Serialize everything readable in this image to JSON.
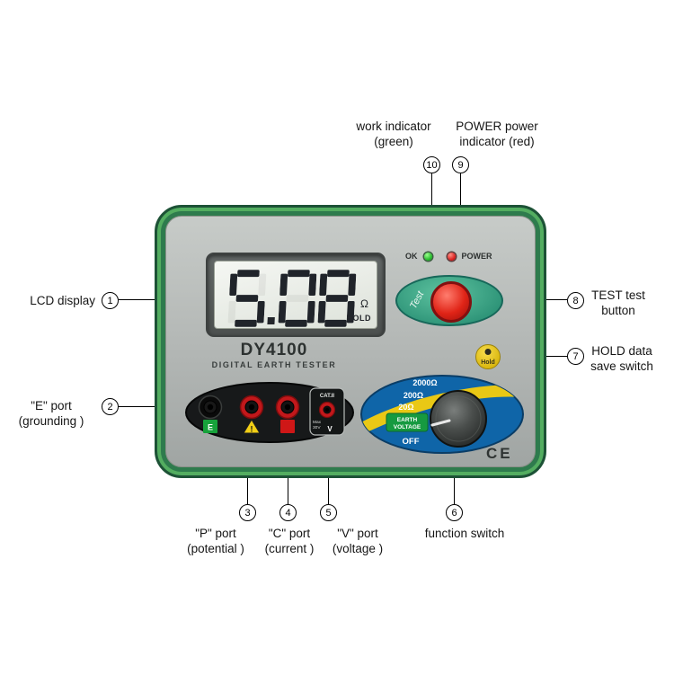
{
  "callouts": {
    "lcd": {
      "num": "1",
      "label": "LCD display"
    },
    "eport": {
      "num": "2",
      "line1": "\"E\" port",
      "line2": "(grounding )"
    },
    "pport": {
      "num": "3",
      "line1": "\"P\" port",
      "line2": "(potential )"
    },
    "cport": {
      "num": "4",
      "line1": "\"C\" port",
      "line2": "(current )"
    },
    "vport": {
      "num": "5",
      "line1": "\"V\" port",
      "line2": "(voltage )"
    },
    "func": {
      "num": "6",
      "label": "function switch"
    },
    "hold": {
      "num": "7",
      "line1": "HOLD data",
      "line2": "save switch"
    },
    "test": {
      "num": "8",
      "line1": "TEST test",
      "line2": "button"
    },
    "power": {
      "num": "9",
      "line1": "POWER power",
      "line2": "indicator (red)"
    },
    "work": {
      "num": "10",
      "line1": "work indicator",
      "line2": "(green)"
    }
  },
  "device": {
    "model": "DY4100",
    "subtitle": "DIGITAL EARTH TESTER",
    "lcd": {
      "value": "5.08",
      "unit": "Ω",
      "hold_flag": "HOLD"
    },
    "leds": {
      "ok": "OK",
      "power": "POWER"
    },
    "test_button": "Test",
    "hold_button": "Hold",
    "ports": {
      "cat": "CAT.II",
      "e": "E",
      "warn": "!",
      "max1": "Max",
      "max2": "30V",
      "v": "V"
    },
    "switch": {
      "range1": "2000Ω",
      "range2": "200Ω",
      "range3": "20Ω",
      "earth1": "EARTH",
      "earth2": "VOLTAGE",
      "off": "OFF"
    },
    "ce_mark": "CE"
  },
  "colors": {
    "frame_green": "#2e7b4d",
    "body_gray": "#b2b6b4",
    "test_red": "#e02417",
    "test_oval_teal": "#2e9478",
    "hold_yellow": "#e3c113",
    "switch_blue": "#0f65a8",
    "switch_band_yellow": "#e9c815",
    "earth_green": "#169a40",
    "led_green": "#17b31f",
    "led_red": "#d61414",
    "port_red": "#c2181b",
    "port_e_green": "#17a23b"
  }
}
